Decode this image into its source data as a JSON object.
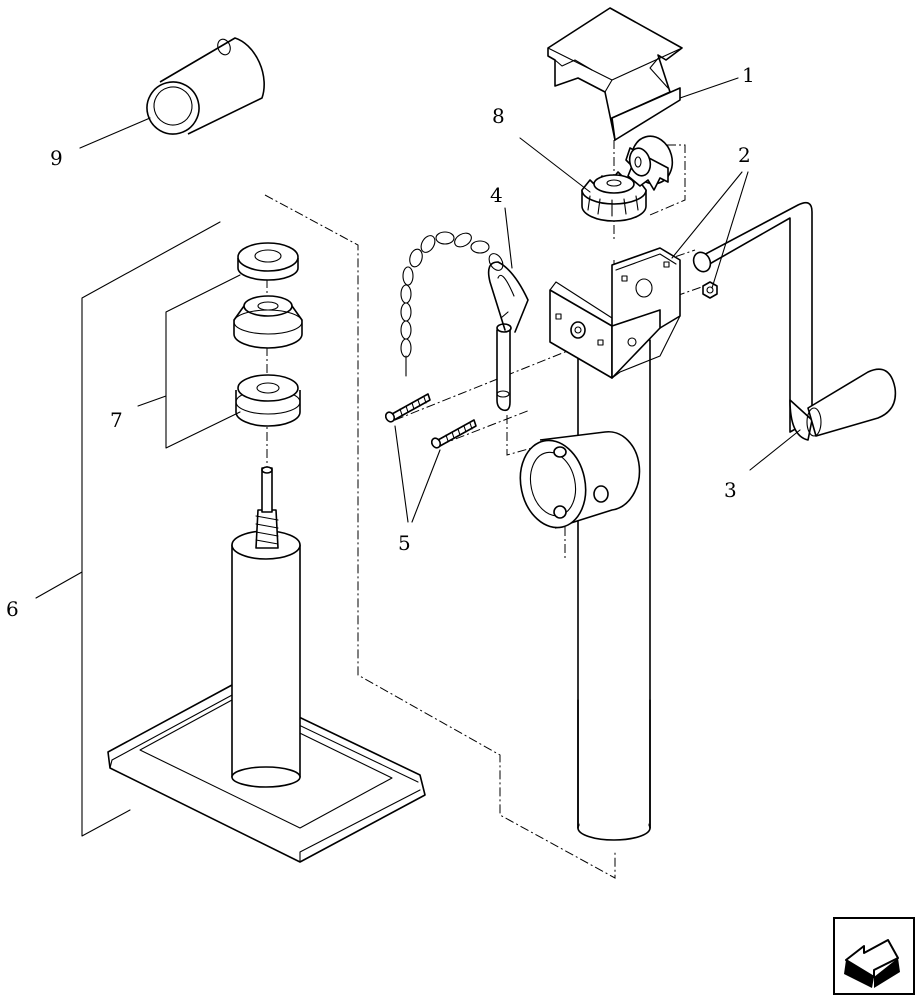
{
  "callouts": [
    {
      "id": "1",
      "part": "top-cover"
    },
    {
      "id": "2",
      "part": "nuts"
    },
    {
      "id": "3",
      "part": "crank-handle"
    },
    {
      "id": "4",
      "part": "pin-with-chain"
    },
    {
      "id": "5",
      "part": "screws"
    },
    {
      "id": "6",
      "part": "inner-leg-assembly"
    },
    {
      "id": "7",
      "part": "bushings"
    },
    {
      "id": "8",
      "part": "bevel-gears"
    },
    {
      "id": "9",
      "part": "sleeve"
    }
  ],
  "nav": {
    "icon": "back-arrow-icon"
  }
}
